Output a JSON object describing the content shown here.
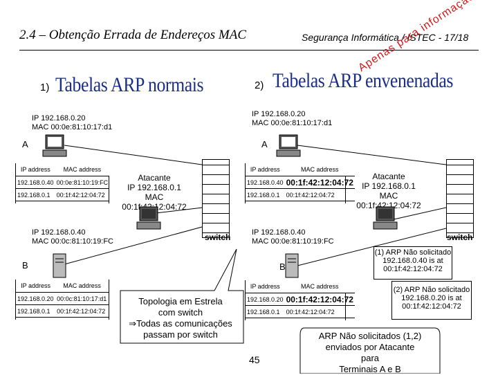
{
  "header": {
    "title": "2.4 – Obtenção Errada de Endereços MAC",
    "right": "Segurança Informática / ISTEC  -  17/18"
  },
  "left": {
    "number": "1)",
    "title": "Tabelas ARP normais",
    "hostA": {
      "ip": "IP 192.168.0.20",
      "mac": "MAC 00:0e:81:10:17:d1",
      "label": "A"
    },
    "hostB": {
      "ip": "IP 192.168.0.40",
      "mac": "MAC 00:0c:81:10:19:FC",
      "label": "B"
    },
    "attacker": {
      "label": "Atacante",
      "ip": "IP 192.168.0.1",
      "mac": "MAC 00:1f:42:12:04:72"
    },
    "switch_label": "switch",
    "tableA": {
      "headers": [
        "IP address",
        "MAC address"
      ],
      "rows": [
        [
          "192.168.0.40",
          "00:0e:81:10:19:FC"
        ],
        [
          "192.168.0.1",
          "00:1f:42:12:04:72"
        ]
      ]
    },
    "tableB": {
      "headers": [
        "IP address",
        "MAC address"
      ],
      "rows": [
        [
          "192.168.0.20",
          "00:0c:81:10:17:d1"
        ],
        [
          "192.168.0.1",
          "00:1f:42:12:04:72"
        ]
      ]
    },
    "note": [
      "Topologia em Estrela",
      "com switch",
      "⇒Todas as comunicações",
      "passam por switch"
    ]
  },
  "right": {
    "number": "2)",
    "title": "Tabelas ARP envenenadas",
    "overlay": "Apenas para informação",
    "hostA": {
      "ip": "IP 192.168.0.20",
      "mac": "MAC 00:0e:81:10:17:d1",
      "label": "A"
    },
    "hostB": {
      "ip": "IP 192.168.0.40",
      "mac": "MAC 00:0e:81:10:19:FC",
      "label": "B"
    },
    "attacker": {
      "label": "Atacante",
      "ip": "IP 192.168.0.1",
      "mac": "MAC 00:1f:42:12:04:72"
    },
    "switch_label": "switch",
    "tableA": {
      "headers": [
        "IP address",
        "MAC address"
      ],
      "rows": [
        [
          "192.168.0.40",
          "00:1f:42:12:04:72"
        ],
        [
          "192.168.0.1",
          "00:1f:42:12:04:72"
        ]
      ]
    },
    "tableB": {
      "headers": [
        "IP address",
        "MAC address"
      ],
      "rows": [
        [
          "192.168.0.20",
          "00:1f:42:12:04:72"
        ],
        [
          "192.168.0.1",
          "00:1f:42:12:04:72"
        ]
      ]
    },
    "callout1": [
      "(1) ARP Não solicitado",
      "192.168.0.40 is at",
      "00:1f:42:12:04:72"
    ],
    "callout2": [
      "(2) ARP Não solicitado",
      "192.168.0.20 is at",
      "00:1f:42:12:04:72"
    ],
    "note": [
      "ARP Não solicitados (1,2)",
      "enviados por Atacante",
      "para",
      "Terminais A e B"
    ]
  },
  "page_number": "45"
}
